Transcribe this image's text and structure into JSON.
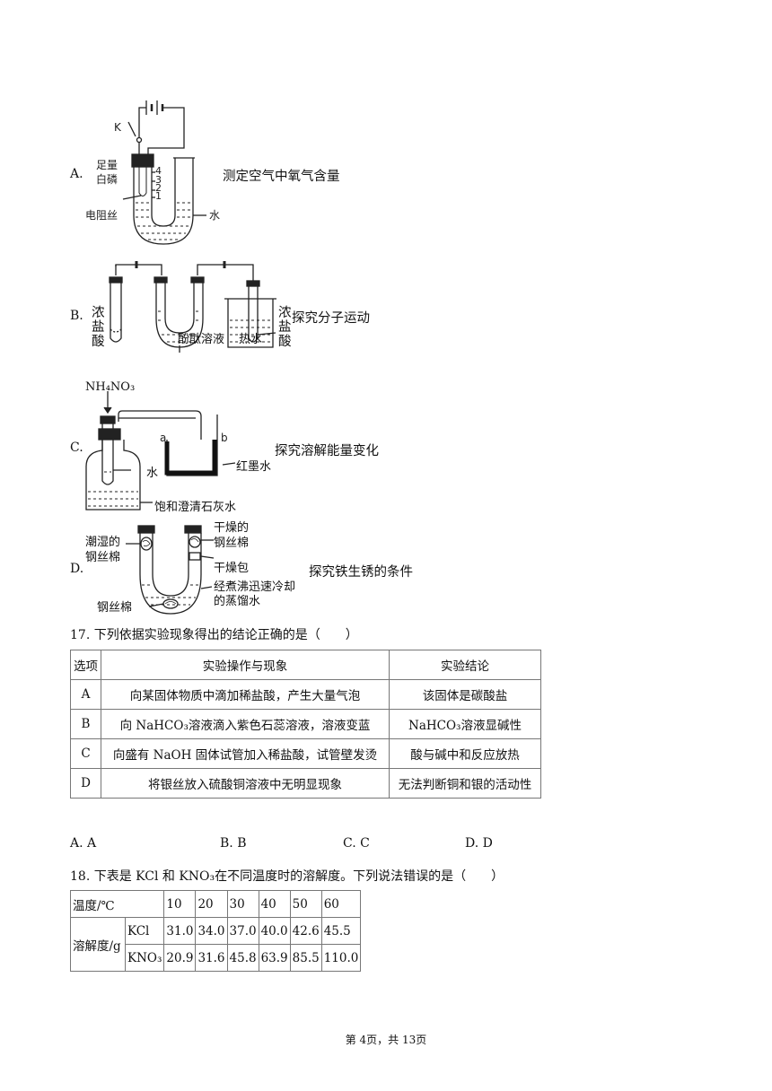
{
  "options": {
    "A": {
      "letter": "A.",
      "caption": "测定空气中氧气含量",
      "labels": {
        "k": "K",
        "zuliang": "足量",
        "bailin": "白磷",
        "dianzusi": "电阻丝",
        "shui": "水",
        "s4": "4",
        "s3": "3",
        "s2": "2",
        "s1": "1"
      }
    },
    "B": {
      "letter": "B.",
      "caption": "探究分子运动",
      "labels": {
        "left": "浓盐酸",
        "mid": "酚酞溶液",
        "right": "浓盐酸",
        "bottom_right": "热水"
      }
    },
    "C": {
      "letter": "C.",
      "caption": "探究溶解能量变化",
      "labels": {
        "nh4no3": "NH₄NO₃",
        "a": "a",
        "b": "b",
        "shui": "水",
        "hongmoshui": "红墨水",
        "shihuishui": "饱和澄清石灰水"
      }
    },
    "D": {
      "letter": "D.",
      "caption": "探究铁生锈的条件",
      "labels": {
        "chaoshi": "潮湿的",
        "gangsimian1": "钢丝棉",
        "ganzao": "干燥的",
        "gangsimian2": "钢丝棉",
        "ganzaobao": "干燥包",
        "jingzhu": "经煮沸迅速冷却",
        "zhengliushui": "的蒸馏水",
        "gangsimian3": "钢丝棉"
      }
    }
  },
  "q17": {
    "stem": "17. 下列依据实验现象得出的结论正确的是（　　）",
    "headers": [
      "选项",
      "实验操作与现象",
      "实验结论"
    ],
    "rows": [
      [
        "A",
        "向某固体物质中滴加稀盐酸，产生大量气泡",
        "该固体是碳酸盐"
      ],
      [
        "B",
        "向 NaHCO₃溶液滴入紫色石蕊溶液，溶液变蓝",
        "NaHCO₃溶液显碱性"
      ],
      [
        "C",
        "向盛有 NaOH 固体试管加入稀盐酸，试管壁发烫",
        "酸与碱中和反应放热"
      ],
      [
        "D",
        "将银丝放入硫酸铜溶液中无明显现象",
        "无法判断铜和银的活动性"
      ]
    ],
    "choices": [
      "A. A",
      "B. B",
      "C. C",
      "D. D"
    ]
  },
  "q18": {
    "stem": "18. 下表是 KCl 和 KNO₃在不同温度时的溶解度。下列说法错误的是（　　）",
    "temp_label": "温度/℃",
    "temps": [
      "10",
      "20",
      "30",
      "40",
      "50",
      "60"
    ],
    "sol_label": "溶解度/g",
    "rows": [
      {
        "name": "KCl",
        "values": [
          "31.0",
          "34.0",
          "37.0",
          "40.0",
          "42.6",
          "45.5"
        ]
      },
      {
        "name": "KNO₃",
        "values": [
          "20.9",
          "31.6",
          "45.8",
          "63.9",
          "85.5",
          "110.0"
        ]
      }
    ]
  },
  "footer": "第 4页，共 13页"
}
